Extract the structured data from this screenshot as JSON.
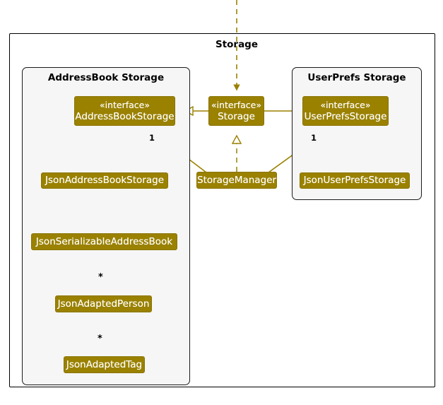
{
  "diagram": {
    "type": "uml-class-diagram",
    "title": "Storage",
    "background": "#ffffff",
    "class_fill": "#9A8100",
    "class_text": "#ffffff",
    "line_color": "#9A8100",
    "frame_border": "#000000",
    "subframe_fill": "#f6f6f6"
  },
  "packages": [
    {
      "id": "addressbook-storage",
      "label": "AddressBook Storage"
    },
    {
      "id": "userprefs-storage",
      "label": "UserPrefs Storage"
    }
  ],
  "classes": [
    {
      "id": "address-book-storage",
      "stereotype": "«interface»",
      "name": "AddressBookStorage"
    },
    {
      "id": "storage",
      "stereotype": "«interface»",
      "name": "Storage"
    },
    {
      "id": "user-prefs-storage",
      "stereotype": "«interface»",
      "name": "UserPrefsStorage"
    },
    {
      "id": "json-address-book-storage",
      "stereotype": "",
      "name": "JsonAddressBookStorage"
    },
    {
      "id": "storage-manager",
      "stereotype": "",
      "name": "StorageManager"
    },
    {
      "id": "json-user-prefs-storage",
      "stereotype": "",
      "name": "JsonUserPrefsStorage"
    },
    {
      "id": "json-serializable-address-book",
      "stereotype": "",
      "name": "JsonSerializableAddressBook"
    },
    {
      "id": "json-adapted-person",
      "stereotype": "",
      "name": "JsonAdaptedPerson"
    },
    {
      "id": "json-adapted-tag",
      "stereotype": "",
      "name": "JsonAdaptedTag"
    }
  ],
  "multiplicities": [
    {
      "id": "mult-address-book-storage",
      "label": "1"
    },
    {
      "id": "mult-user-prefs-storage",
      "label": "1"
    },
    {
      "id": "mult-json-adapted-person",
      "label": "*"
    },
    {
      "id": "mult-json-adapted-tag",
      "label": "*"
    }
  ],
  "relationships": [
    {
      "id": "storage-extends-address-book-storage",
      "from": "storage",
      "to": "address-book-storage",
      "kind": "generalization"
    },
    {
      "id": "storage-extends-user-prefs-storage",
      "from": "storage",
      "to": "user-prefs-storage",
      "kind": "generalization"
    },
    {
      "id": "json-address-book-storage-implements",
      "from": "json-address-book-storage",
      "to": "address-book-storage",
      "kind": "realization"
    },
    {
      "id": "storage-manager-implements-storage",
      "from": "storage-manager",
      "to": "storage",
      "kind": "realization"
    },
    {
      "id": "json-user-prefs-storage-implements",
      "from": "json-user-prefs-storage",
      "to": "user-prefs-storage",
      "kind": "realization"
    },
    {
      "id": "storage-manager-uses-address-book-storage",
      "from": "storage-manager",
      "to": "address-book-storage",
      "kind": "association",
      "multiplicity": "1"
    },
    {
      "id": "storage-manager-uses-user-prefs-storage",
      "from": "storage-manager",
      "to": "user-prefs-storage",
      "kind": "association",
      "multiplicity": "1"
    },
    {
      "id": "json-address-book-storage-uses-serializable",
      "from": "json-address-book-storage",
      "to": "json-serializable-address-book",
      "kind": "dependency"
    },
    {
      "id": "serializable-has-persons",
      "from": "json-serializable-address-book",
      "to": "json-adapted-person",
      "kind": "association",
      "multiplicity": "*"
    },
    {
      "id": "person-has-tags",
      "from": "json-adapted-person",
      "to": "json-adapted-tag",
      "kind": "association",
      "multiplicity": "*"
    },
    {
      "id": "external-into-storage",
      "from": "",
      "to": "storage",
      "kind": "dependency"
    }
  ]
}
